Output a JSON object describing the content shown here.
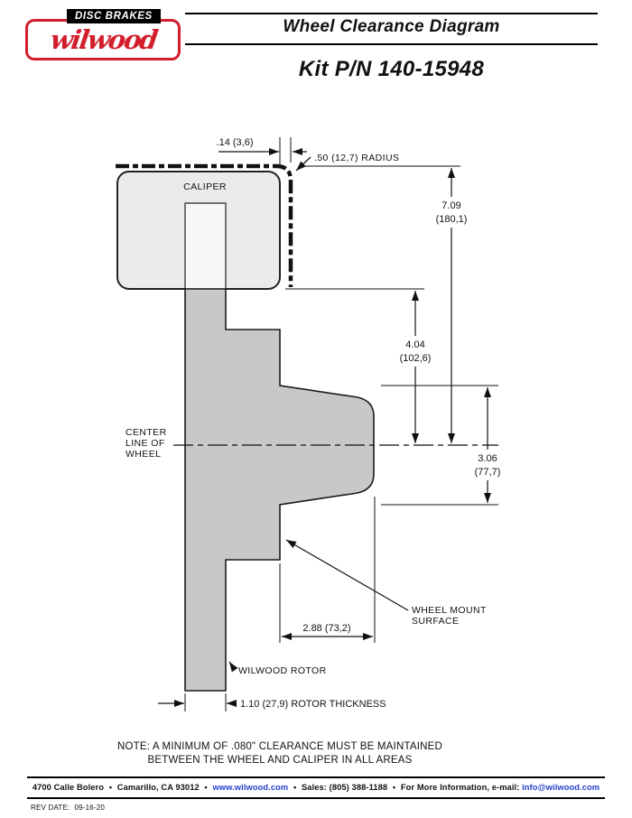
{
  "logo": {
    "tagline": "DISC BRAKES",
    "brand": "wilwood"
  },
  "header": {
    "title": "Wheel Clearance Diagram",
    "kit": "Kit P/N 140-15948"
  },
  "diagram": {
    "caliper_label": "CALIPER",
    "centerline": {
      "l1": "CENTER",
      "l2": "LINE OF",
      "l3": "WHEEL"
    },
    "wheel_mount": {
      "l1": "WHEEL MOUNT",
      "l2": "SURFACE"
    },
    "rotor_label": "WILWOOD ROTOR",
    "radius_label": ".50 (12,7) RADIUS",
    "dim_clearance": ".14 (3,6)",
    "dim_h_total": "7.09",
    "dim_h_total_mm": "(180,1)",
    "dim_h_caliper": "4.04",
    "dim_h_caliper_mm": "(102,6)",
    "dim_h_flange": "3.06",
    "dim_h_flange_mm": "(77,7)",
    "dim_mount_depth": "2.88 (73,2)",
    "dim_rotor_thickness": "1.10 (27,9) ROTOR THICKNESS",
    "note1": "NOTE: A MINIMUM OF .080\" CLEARANCE MUST BE MAINTAINED",
    "note2": "BETWEEN THE WHEEL AND CALIPER IN ALL AREAS"
  },
  "footer": {
    "address": "4700 Calle Bolero",
    "city": "Camarillo, CA 93012",
    "website": "www.wilwood.com",
    "sales": "Sales: (805) 388-1188",
    "info_prefix": "For More Information, e-mail:",
    "email": "info@wilwood.com",
    "bullet": "•",
    "rev_label": "REV DATE:",
    "rev_value": "09-16-20"
  },
  "colors": {
    "brand_red": "#d21f2b",
    "link_blue": "#2440cc",
    "rotor_gray": "#c8c8c8",
    "caliper_gray": "#ebebeb"
  }
}
